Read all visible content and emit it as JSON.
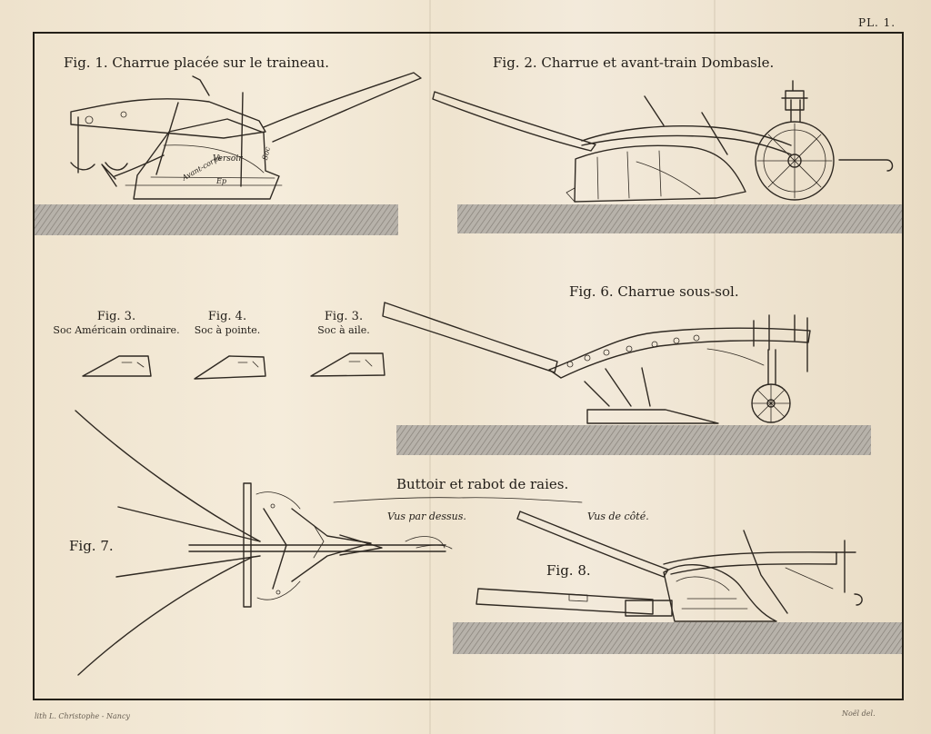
{
  "plate": {
    "number": "PL. 1."
  },
  "figures": {
    "fig1": {
      "title": "Fig. 1. Charrue placée sur le traineau.",
      "labels": [
        "Avant-corps",
        "Versoir",
        "Ep",
        "Soc"
      ]
    },
    "fig2": {
      "title": "Fig. 2. Charrue et avant-train Dombasle."
    },
    "fig3a": {
      "title": "Fig. 3.",
      "caption": "Soc Américain ordinaire."
    },
    "fig4": {
      "title": "Fig. 4.",
      "caption": "Soc à pointe."
    },
    "fig3b": {
      "title": "Fig. 3.",
      "caption": "Soc à aile."
    },
    "fig6": {
      "title": "Fig. 6. Charrue sous-sol."
    },
    "buttoir": {
      "title": "Buttoir et rabot de raies.",
      "view_top": "Vus par dessus.",
      "view_side": "Vus de côté."
    },
    "fig7": {
      "title": "Fig. 7."
    },
    "fig8": {
      "title": "Fig. 8."
    }
  },
  "credits": {
    "left": "lith L. Christophe - Nancy",
    "right": "Noël del."
  }
}
